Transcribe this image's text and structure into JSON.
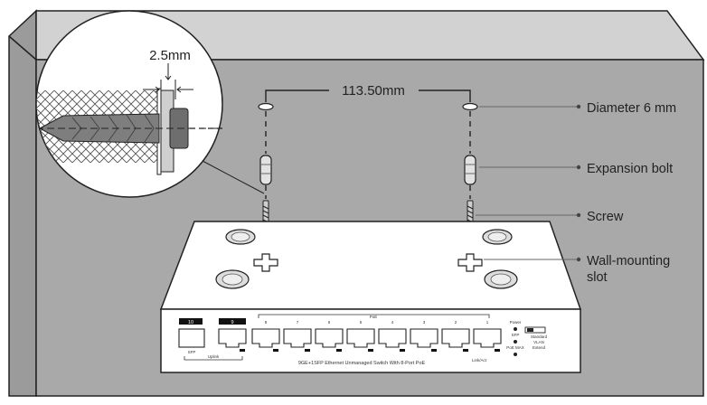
{
  "dimensions": {
    "hole_spacing": "113.50mm",
    "wall_gap": "2.5mm"
  },
  "callouts": {
    "diameter": "Diameter 6 mm",
    "expansion_bolt": "Expansion bolt",
    "screw": "Screw",
    "slot_line1": "Wall-mounting",
    "slot_line2": "slot"
  },
  "device": {
    "front_label": "9GE+1SFP Ethernet Unmanaged Switch With 8-Port PoE",
    "poe_label": "PoE",
    "port_numbers": [
      "1",
      "2",
      "3",
      "4",
      "5",
      "6",
      "7",
      "8"
    ],
    "sfp_number": "10",
    "uplink_number": "9",
    "sfp_label": "SFP",
    "uplink_label": "Uplink",
    "link_act": "Link/Act",
    "power_led": "Power",
    "sfp_led": "SFP",
    "poe_max_led": "PoE MAX",
    "dip_labels": [
      "Standard",
      "VLAN",
      "Extend"
    ]
  }
}
